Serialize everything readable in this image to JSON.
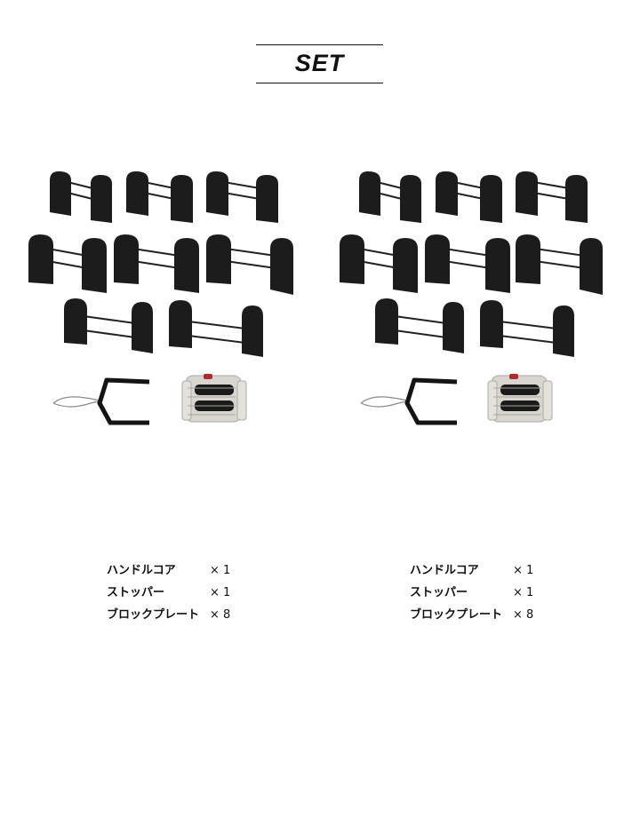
{
  "title": "SET",
  "sets": [
    {
      "items": [
        {
          "name": "ハンドルコア",
          "qty": "× 1"
        },
        {
          "name": "ストッパー",
          "qty": "× 1"
        },
        {
          "name": "ブロックプレート",
          "qty": "× 8"
        }
      ]
    },
    {
      "items": [
        {
          "name": "ハンドルコア",
          "qty": "× 1"
        },
        {
          "name": "ストッパー",
          "qty": "× 1"
        },
        {
          "name": "ブロックプレート",
          "qty": "× 8"
        }
      ]
    }
  ],
  "colors": {
    "plate": "#1c1c1c",
    "plate_edge": "#3a3a3a",
    "handle_core": "#d9d6d0",
    "handle_accent": "#b42a2a",
    "stopper": "#141414",
    "wire": "#8a8a8a"
  }
}
